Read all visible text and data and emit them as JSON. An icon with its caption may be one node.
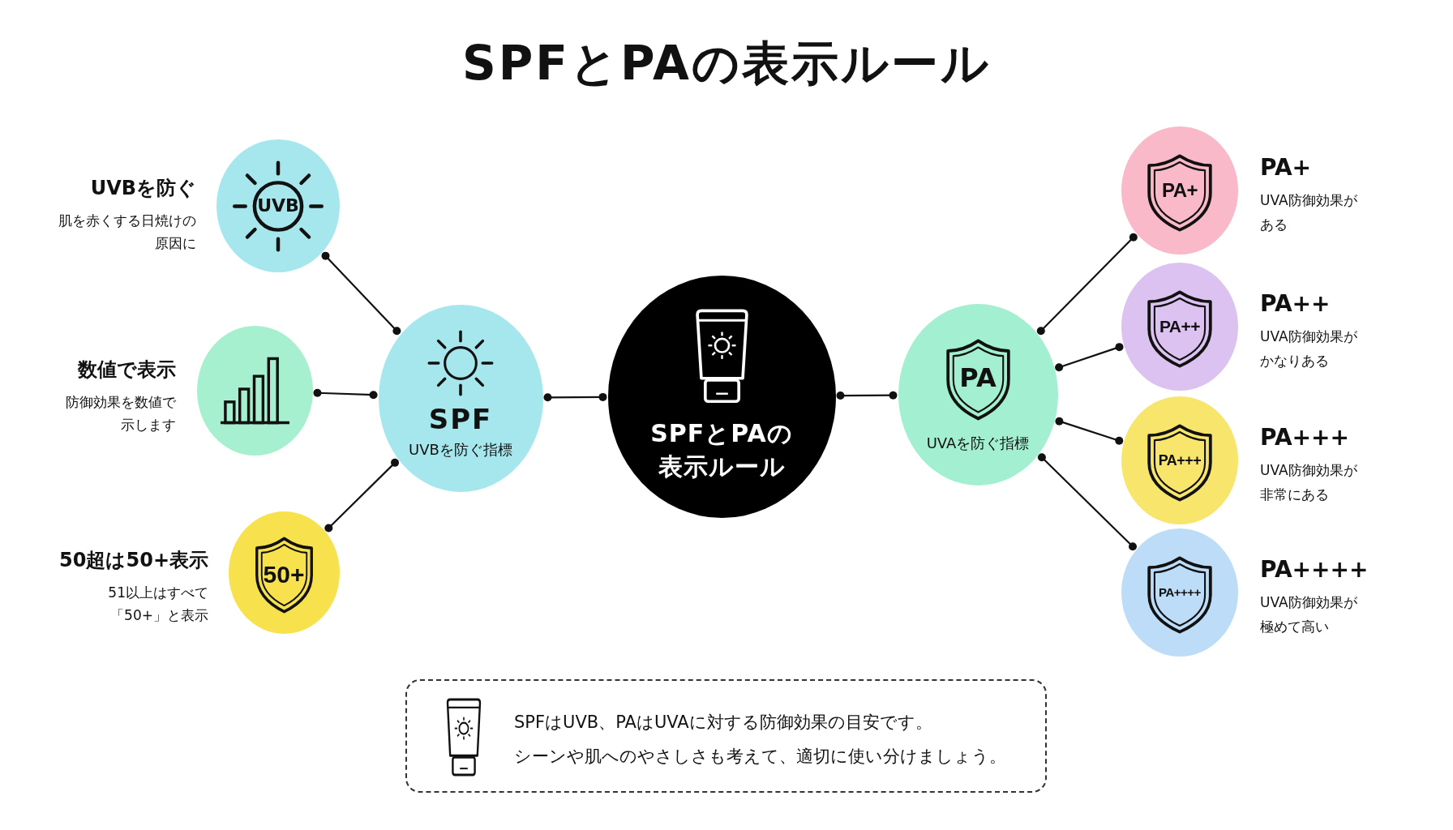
{
  "diagram": {
    "title": "SPFとPAの表示ルール",
    "nodes": [
      {
        "text": [
          "UVB"
        ],
        "beside": [
          "UVBを防ぐ",
          "肌を赤くする日焼けの原因に"
        ]
      },
      {
        "text": [],
        "shape": "circle",
        "beside": [
          "数値で表示",
          "防御効果を数値で示します"
        ]
      },
      {
        "text": [
          "50+"
        ],
        "beside": [
          "50超は50+表示",
          "51以上はすべて「50+」と表示"
        ]
      },
      {
        "text": [
          "SPF",
          "UVBを防ぐ指標"
        ]
      },
      {
        "text": [
          "SPFとPAの表示ルール"
        ]
      },
      {
        "text": [
          "PA",
          "UVAを防ぐ指標"
        ]
      },
      {
        "text": [
          "PA+"
        ],
        "beside": [
          "PA+",
          "UVA防御効果がある"
        ]
      },
      {
        "text": [
          "PA++"
        ],
        "beside": [
          "PA++",
          "UVA防御効果がかなりある"
        ]
      },
      {
        "text": [
          "PA+++"
        ],
        "beside": [
          "PA+++",
          "UVA防御効果が非常にある"
        ]
      },
      {
        "text": [
          "PA++++"
        ],
        "beside": [
          "PA++++",
          "UVA防御効果が極めて高い"
        ]
      },
      {
        "text": [
          "SPFはUVB、PAはUVAに対する防御効果の目安です。",
          "シーンや肌へのやさしさも考えて、適切に使い分けましょう。"
        ]
      }
    ],
    "edges": [
      {
        "from": 0,
        "to": 3,
        "arrow": "other"
      },
      {
        "from": 1,
        "to": 3,
        "arrow": "other"
      },
      {
        "from": 2,
        "to": 3,
        "arrow": "other"
      },
      {
        "from": 3,
        "to": 4,
        "arrow": "other"
      },
      {
        "from": 4,
        "to": 5,
        "arrow": "other"
      },
      {
        "from": 5,
        "to": 6,
        "arrow": "other"
      },
      {
        "from": 5,
        "to": 7,
        "arrow": "other"
      },
      {
        "from": 5,
        "to": 8,
        "arrow": "other"
      },
      {
        "from": 5,
        "to": 9,
        "arrow": "other"
      }
    ]
  }
}
